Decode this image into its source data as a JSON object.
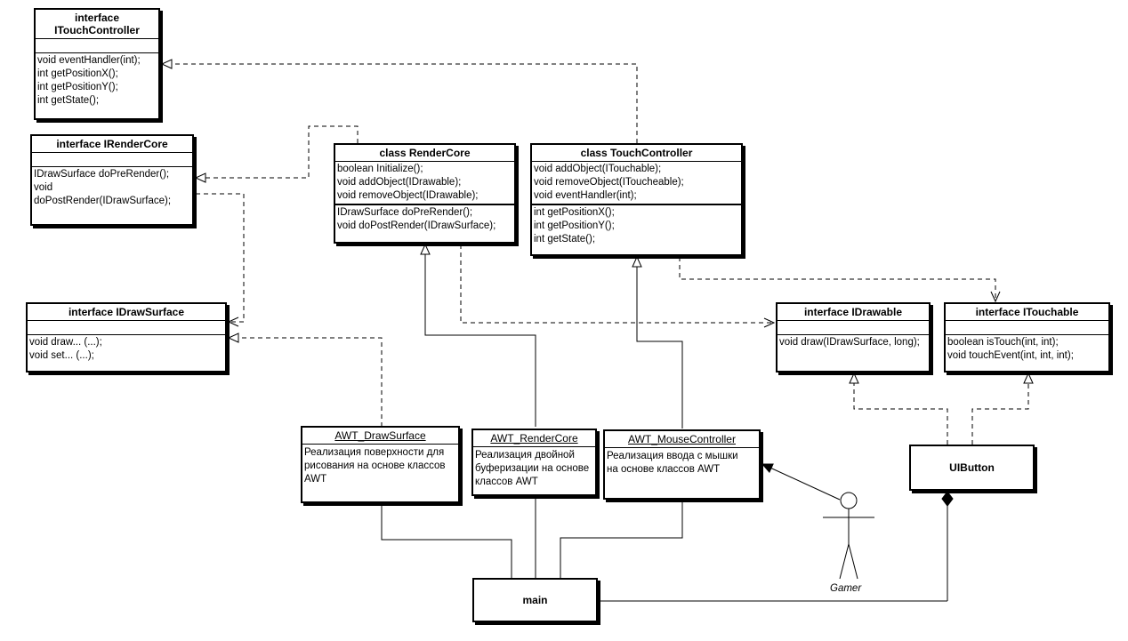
{
  "boxes": {
    "itouchcontroller": {
      "title": "interface\nITouchController",
      "methods": [
        "void eventHandler(int);",
        "int getPositionX();",
        "int getPositionY();",
        "int getState();"
      ]
    },
    "irendercore": {
      "title": "interface IRenderCore",
      "methods": [
        "IDrawSurface doPreRender();",
        "void",
        "doPostRender(IDrawSurface);"
      ]
    },
    "idrawsurface": {
      "title": "interface IDrawSurface",
      "methods": [
        "void draw... (...);",
        "void set... (...);"
      ]
    },
    "rendercore": {
      "title": "class RenderCore",
      "section1": [
        "boolean Initialize();",
        "void addObject(IDrawable);",
        "void removeObject(IDrawable);"
      ],
      "section2": [
        "IDrawSurface doPreRender();",
        "void doPostRender(IDrawSurface);"
      ]
    },
    "touchcontroller": {
      "title": "class TouchController",
      "section1": [
        "void addObject(ITouchable);",
        "void removeObject(IToucheable);",
        "void eventHandler(int);"
      ],
      "section2": [
        "int getPositionX();",
        "int getPositionY();",
        "int getState();"
      ]
    },
    "idrawable": {
      "title": "interface IDrawable",
      "methods": [
        "void draw(IDrawSurface, long);"
      ]
    },
    "itouchable": {
      "title": "interface ITouchable",
      "methods": [
        "boolean isTouch(int, int);",
        "void touchEvent(int, int, int);"
      ]
    },
    "awt_drawsurface": {
      "title": "AWT_DrawSurface",
      "desc": [
        "Реализация поверхности для",
        "рисования на основе классов",
        "AWT"
      ]
    },
    "awt_rendercore": {
      "title": "AWT_RenderCore",
      "desc": [
        "Реализация двойной",
        "буферизации на основе",
        "классов AWT"
      ]
    },
    "awt_mousecontroller": {
      "title": "AWT_MouseController",
      "desc": [
        "Реализация ввода с мышки",
        "на основе классов AWT"
      ]
    },
    "uibutton": {
      "title": "UIButton"
    },
    "main": {
      "title": "main"
    }
  },
  "actor": {
    "label": "Gamer"
  },
  "colors": {
    "line": "#000000",
    "background": "#ffffff"
  }
}
